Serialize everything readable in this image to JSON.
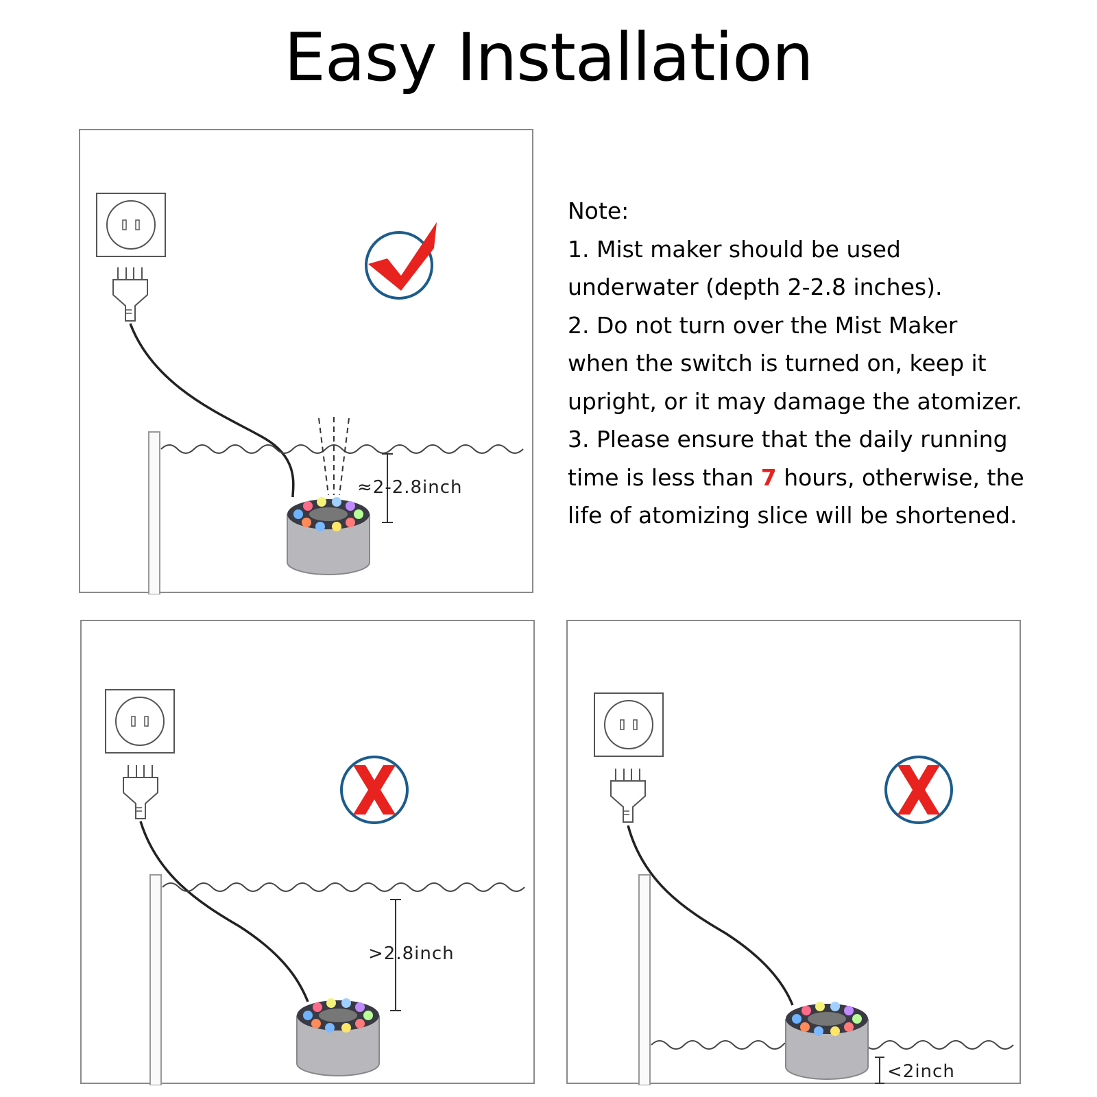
{
  "title": "Easy Installation",
  "note": {
    "heading": "Note:",
    "line1": "1. Mist maker should be used",
    "line2": "underwater (depth 2-2.8 inches).",
    "line3": "2. Do not turn over the Mist Maker",
    "line4": "when the switch is turned on, keep it",
    "line5": "upright, or it may damage the atomizer.",
    "line6": "3. Please ensure that the daily running",
    "line7_before": "time is less than ",
    "line7_highlight": "7",
    "line7_after": " hours, otherwise, the",
    "line8": "life of atomizing slice will be shortened."
  },
  "panels": {
    "correct": {
      "depth_label": "≈2-2.8inch",
      "status_icon": "check-icon"
    },
    "too_deep": {
      "depth_label": ">2.8inch",
      "status_icon": "cross-icon"
    },
    "too_shallow": {
      "depth_label": "<2inch",
      "status_icon": "cross-icon"
    }
  },
  "colors": {
    "highlight": "#e8221e",
    "badge_ring": "#1c5c8c",
    "mark": "#e8221e"
  }
}
